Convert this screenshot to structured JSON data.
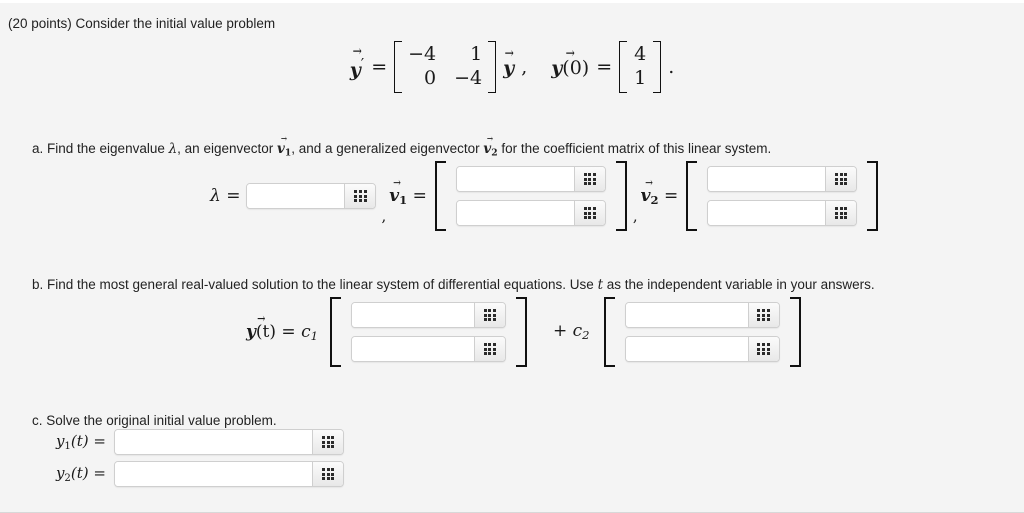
{
  "stem": {
    "text": "(20 points) Consider the initial value problem"
  },
  "equation": {
    "lhs_vector": "y",
    "prime": "′",
    "equals": "=",
    "matrix": {
      "rows": [
        [
          "−4",
          "1"
        ],
        [
          "0",
          "−4"
        ]
      ]
    },
    "rhs_vector": "y",
    "comma": ",",
    "initial_condition_label": "y(0)",
    "initial_condition_vector": [
      "4",
      "1"
    ],
    "period": "."
  },
  "parts": [
    {
      "id": "a",
      "text_before_lambda": "a. Find the eigenvalue ",
      "lambda_symbol": "λ",
      "text_mid_1": ", an eigenvector ",
      "v1_symbol": "v",
      "v1_sub": "1",
      "text_mid_2": ", and a generalized eigenvector ",
      "v2_symbol": "v",
      "v2_sub": "2",
      "text_end": " for the coefficient matrix of this linear system."
    },
    {
      "id": "b",
      "text_before_t": "b. Find the most general real-valued solution to the linear system of differential equations. Use ",
      "t_symbol": "t",
      "text_end": " as the independent variable in your answers."
    },
    {
      "id": "c",
      "text": "c. Solve the original initial value problem."
    }
  ],
  "answers": {
    "part_a": {
      "lambda_label": "λ",
      "lambda_equals": "=",
      "lambda_value": "",
      "comma_1": ",",
      "v1_label": "v",
      "v1_sub": "1",
      "v1_equals": "=",
      "v1_values": [
        "",
        ""
      ],
      "comma_2": ",",
      "v2_label": "v",
      "v2_sub": "2",
      "v2_equals": "=",
      "v2_values": [
        "",
        ""
      ]
    },
    "part_b": {
      "y_label": "y",
      "y_arg": "(t)",
      "y_equals": "=",
      "c1_label": "c",
      "c1_sub": "1",
      "c1_values": [
        "",
        ""
      ],
      "plus": "+",
      "c2_label": "c",
      "c2_sub": "2",
      "c2_values": [
        "",
        ""
      ]
    },
    "part_c": {
      "rows": [
        {
          "label_y": "y",
          "label_sub": "1",
          "label_arg": "(t)",
          "equals": "=",
          "value": ""
        },
        {
          "label_y": "y",
          "label_sub": "2",
          "label_arg": "(t)",
          "equals": "=",
          "value": ""
        }
      ]
    }
  },
  "icons": {
    "grid": "grid-keypad-icon"
  },
  "colors": {
    "page_background": "#f4f4f4",
    "text": "#1a1a1a",
    "input_background": "#ffffff",
    "input_border": "#cfcfcf",
    "button_gradient_top": "#fbfbfb",
    "button_gradient_bottom": "#e8e8e8",
    "grid_dot": "#2b2b2b"
  }
}
